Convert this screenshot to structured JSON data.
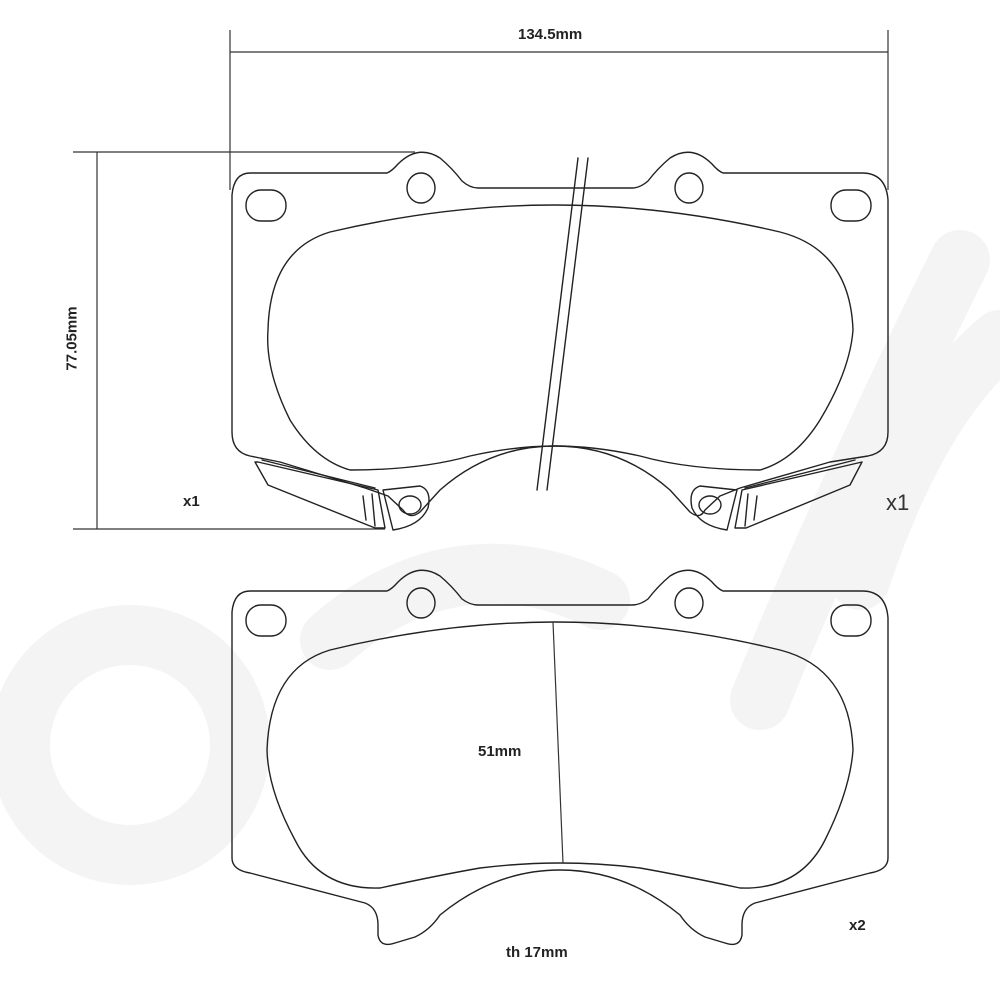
{
  "diagram": {
    "subject": "brake-pad-set",
    "line_color": "#222222",
    "background": "#ffffff",
    "watermark_color": "#f4f4f4"
  },
  "dimensions": {
    "width": "134.5mm",
    "height": "77.05mm",
    "friction_height": "51mm",
    "thickness": "th 17mm"
  },
  "quantities": {
    "top_left": "x1",
    "top_right": "x1",
    "bottom_right": "x2"
  },
  "parts": [
    {
      "name": "top-pad-with-wear-sensors",
      "quantity_labels": [
        "x1",
        "x1"
      ]
    },
    {
      "name": "bottom-pad",
      "quantity_labels": [
        "x2"
      ]
    }
  ]
}
